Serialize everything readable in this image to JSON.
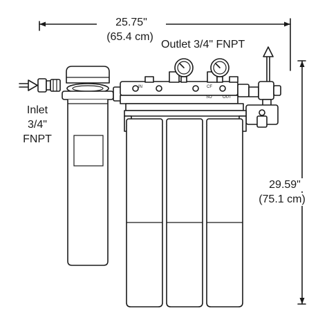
{
  "dimensions": {
    "width": {
      "imperial": "25.75\"",
      "metric": "(65.4 cm)"
    },
    "height": {
      "imperial": "29.59\"",
      "metric": "(75.1 cm)"
    }
  },
  "ports": {
    "outlet": {
      "label": "Outlet  3/4\" FNPT"
    },
    "inlet": {
      "line1": "Inlet",
      "line2": "3/4\"",
      "line3": "FNPT"
    }
  },
  "head_markings": {
    "in": "IN",
    "out": "OUT",
    "cf": "CF",
    "so": "SO"
  }
}
